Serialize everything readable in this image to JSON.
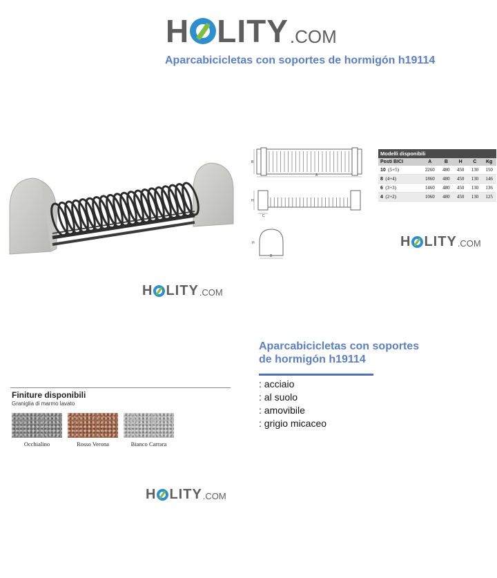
{
  "brand": {
    "main_left": "H",
    "main_right": "LITY",
    "suffix": ".COM"
  },
  "header": {
    "title": "Aparcabicicletas con soportes de hormigón h19114"
  },
  "spec_table": {
    "title": "Modelli disponibili",
    "columns": [
      "Posti BICI",
      "A",
      "B",
      "H",
      "C",
      "Kg"
    ],
    "rows": [
      {
        "posti": "10",
        "split": "(5+5)",
        "a": "2260",
        "b": "480",
        "h": "450",
        "c": "130",
        "kg": "150"
      },
      {
        "posti": "8",
        "split": "(4+4)",
        "a": "1860",
        "b": "480",
        "h": "450",
        "c": "130",
        "kg": "146"
      },
      {
        "posti": "6",
        "split": "(3+3)",
        "a": "1460",
        "b": "480",
        "h": "450",
        "c": "130",
        "kg": "136"
      },
      {
        "posti": "4",
        "split": "(2+2)",
        "a": "1060",
        "b": "480",
        "h": "450",
        "c": "130",
        "kg": "125"
      }
    ]
  },
  "drawing_labels": {
    "a": "A",
    "b": "B",
    "h": "H",
    "c": "C"
  },
  "finishes": {
    "title": "Finiture disponibili",
    "subtitle": "Graniglia di marmo lavato",
    "items": [
      {
        "label": "Occhialino",
        "color": "#8e8e8e"
      },
      {
        "label": "Rosso Verona",
        "color": "#a8694b"
      },
      {
        "label": "Bianco Carrara",
        "color": "#b9b9b9"
      }
    ]
  },
  "description": {
    "title": "Aparcabicicletas con soportes de hormigón h19114",
    "features": [
      ": acciaio",
      ": al suolo",
      ": amovibile",
      ": grigio micaceo"
    ]
  },
  "colors": {
    "accent": "#5b7fc2",
    "rule": "#4d70b9",
    "logo_gray": "#5d5d5d",
    "logo_blue": "#2e8fd0",
    "logo_green": "#7fbf3f"
  }
}
